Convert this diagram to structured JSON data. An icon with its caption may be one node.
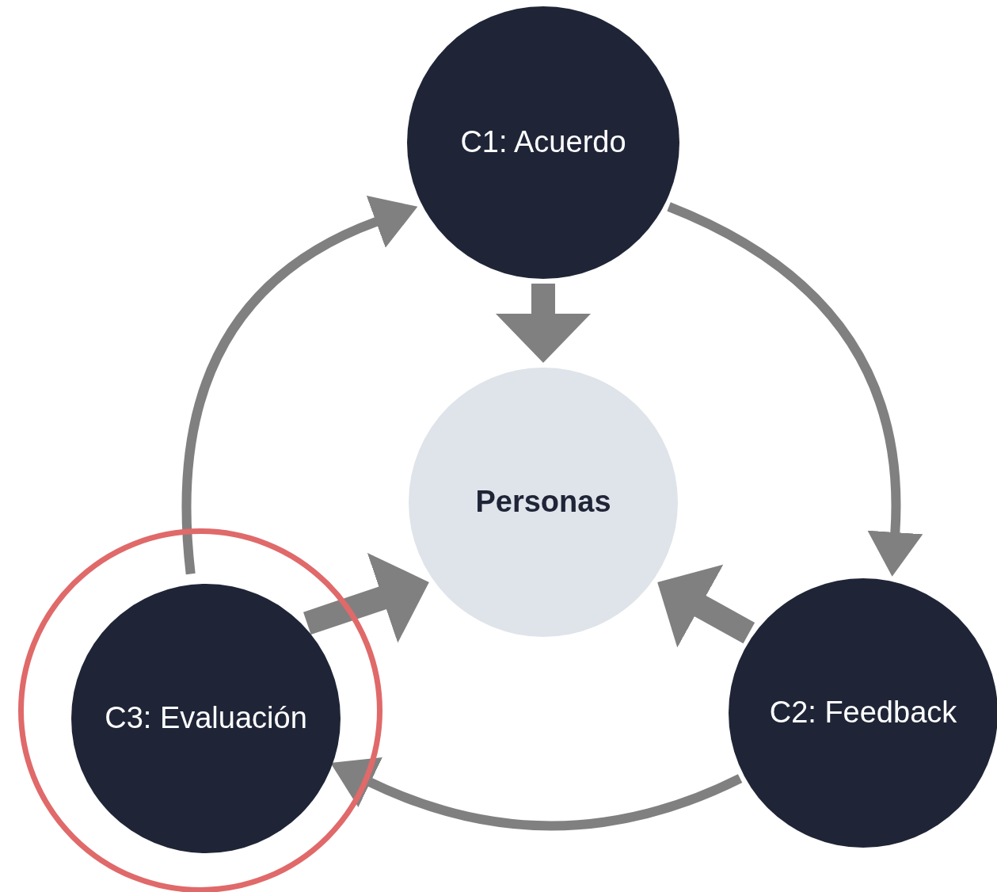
{
  "diagram": {
    "nodes": [
      {
        "text": [
          "C1: Acuerdo"
        ]
      },
      {
        "text": [
          "Personas"
        ]
      },
      {
        "text": [],
        "shape": "circle"
      },
      {
        "text": [
          "C3: Evaluación"
        ],
        "in": 2
      },
      {
        "text": [
          "C2: Feedback"
        ]
      }
    ],
    "edges": [
      {
        "from": 0,
        "to": 4,
        "arrow": "to"
      },
      {
        "from": 4,
        "to": 3,
        "arrow": "to"
      },
      {
        "from": 3,
        "to": 0,
        "arrow": "to"
      },
      {
        "from": 0,
        "to": 1,
        "arrow": "to",
        "style": "thick"
      },
      {
        "from": 4,
        "to": 1,
        "arrow": "to",
        "style": "thick"
      },
      {
        "from": 3,
        "to": 1,
        "arrow": "to",
        "style": "thick"
      }
    ]
  }
}
